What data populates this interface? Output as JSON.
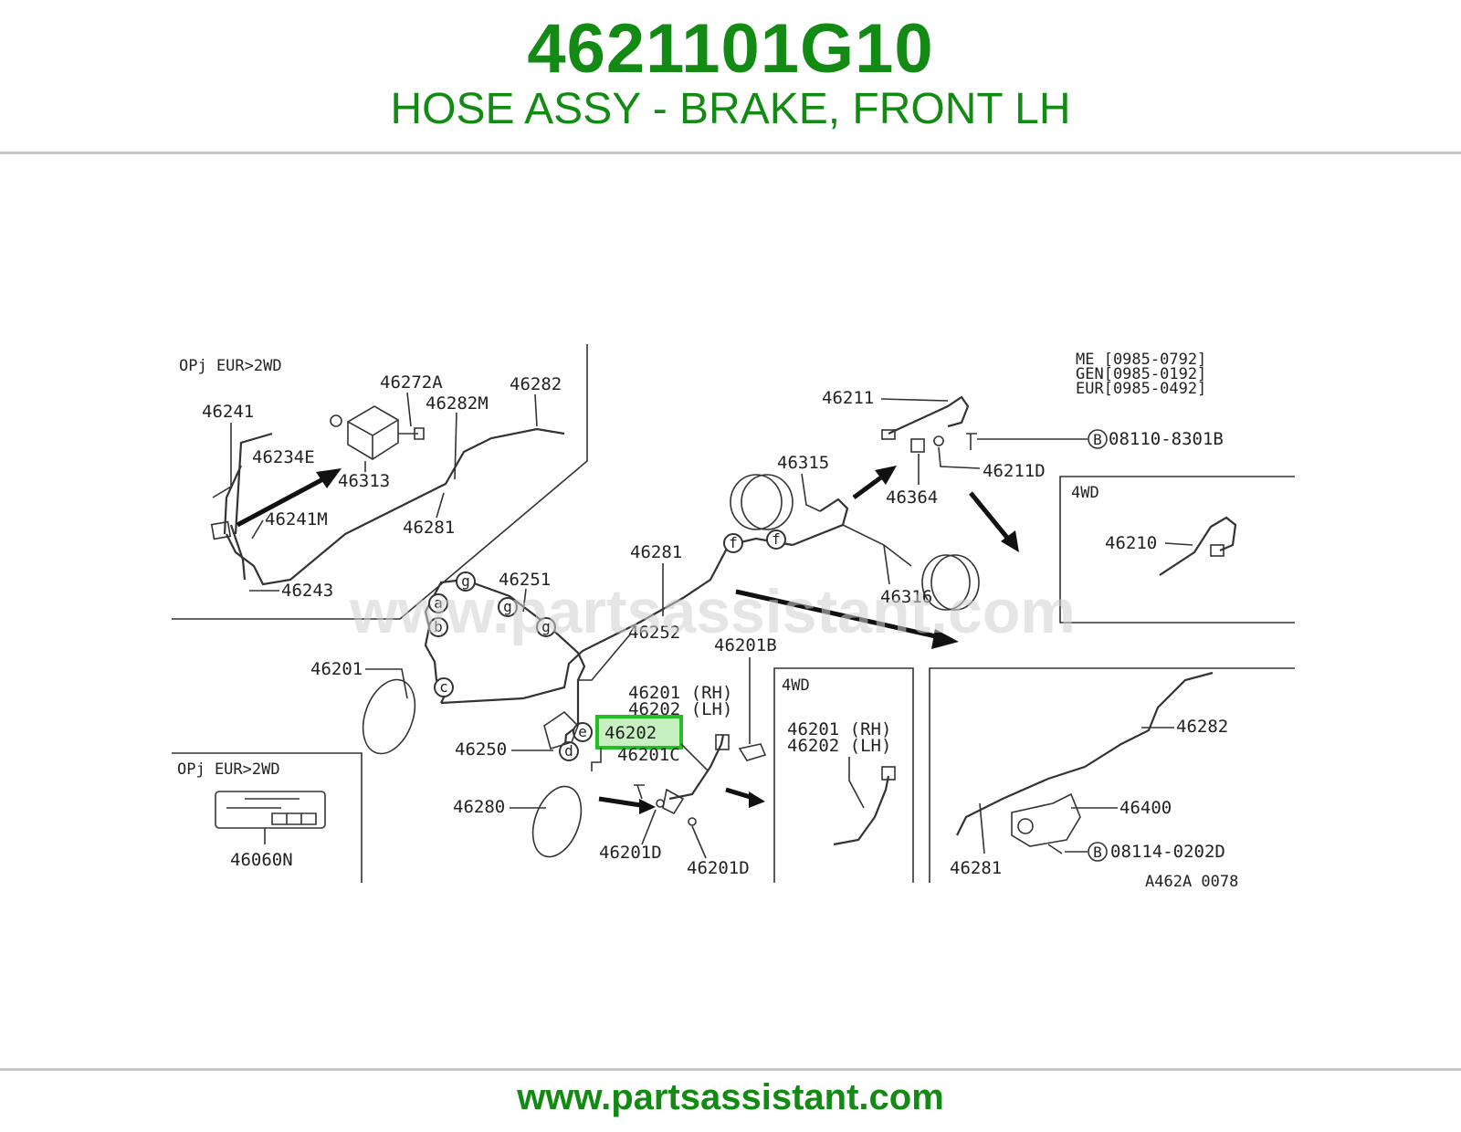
{
  "header": {
    "part_number": "4621101G10",
    "description": "HOSE ASSY - BRAKE, FRONT LH"
  },
  "footer": {
    "url": "www.partsassistant.com"
  },
  "colors": {
    "brand_green": "#138a13",
    "highlight": "#22c022",
    "rule": "#c8c8c8"
  },
  "diagram": {
    "watermark": "www.partsassistant.com",
    "drawing_code": "A462A 0078",
    "model_notes": [
      "ME [0985-0792]",
      "GEN[0985-0192]",
      "EUR[0985-0492]"
    ],
    "highlighted_part": "46202",
    "insets": {
      "op_eur_2wd_top": "OPj EUR>2WD",
      "op_eur_2wd_bottom": "OPj EUR>2WD",
      "four_wd_top": "4WD",
      "four_wd_mid": "4WD"
    },
    "labels": {
      "p46241": "46241",
      "p46272A": "46272A",
      "p46282M": "46282M",
      "p46282_top": "46282",
      "p46234E": "46234E",
      "p46313": "46313",
      "p46241M": "46241M",
      "p46281_inset": "46281",
      "p46243": "46243",
      "p46211": "46211",
      "p08110": "08110-8301B",
      "p46315": "46315",
      "p46211D": "46211D",
      "p46364": "46364",
      "p46210": "46210",
      "p46281_main": "46281",
      "p46316": "46316",
      "p46251": "46251",
      "p46252": "46252",
      "p46201": "46201",
      "p46201B": "46201B",
      "p46201_rh": "46201 (RH)",
      "p46202_lh": "46202 (LH)",
      "p46202": "46202",
      "p46250": "46250",
      "p46201C": "46201C",
      "p46280": "46280",
      "p46201D_a": "46201D",
      "p46201D_b": "46201D",
      "p46060N": "46060N",
      "p46201_rh_4wd": "46201 (RH)",
      "p46202_lh_4wd": "46202 (LH)",
      "p46282_right": "46282",
      "p46400": "46400",
      "p08114": "08114-0202D",
      "p46281_right": "46281"
    },
    "bolt_marker": "B",
    "pipe_markers": [
      "a",
      "b",
      "c",
      "d",
      "e",
      "f",
      "f",
      "g",
      "g",
      "g"
    ]
  }
}
